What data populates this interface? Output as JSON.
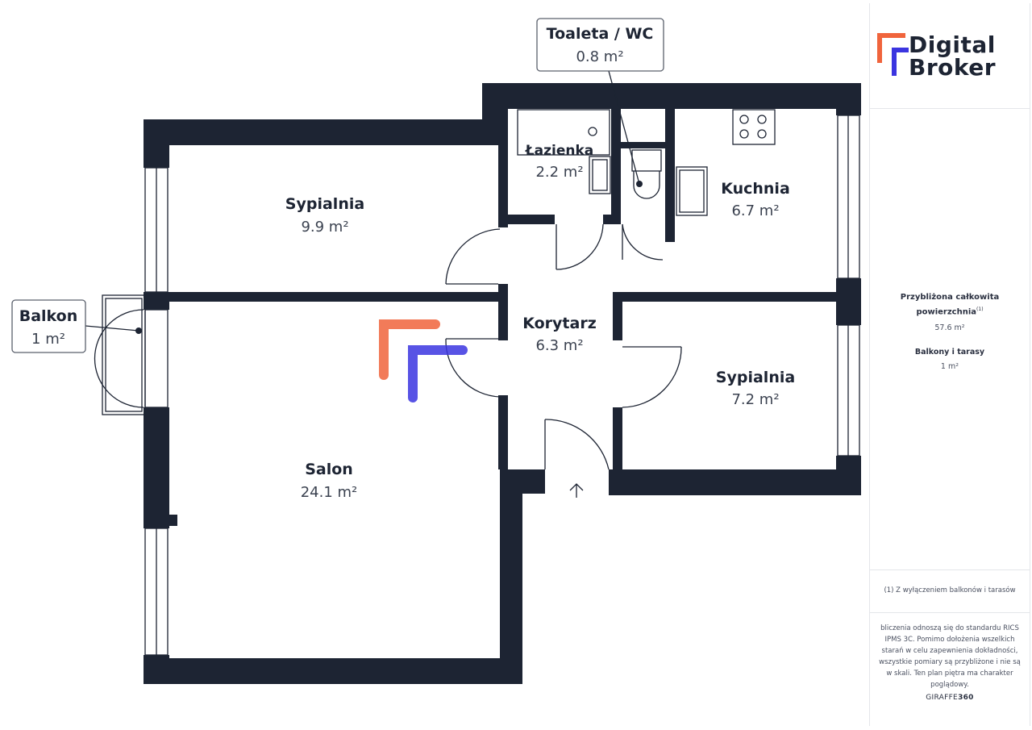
{
  "rooms": {
    "sypialnia_1": {
      "name": "Sypialnia",
      "area": "9.9 m²"
    },
    "lazienka": {
      "name": "Łazienka",
      "area": "2.2 m²"
    },
    "kuchnia": {
      "name": "Kuchnia",
      "area": "6.7 m²"
    },
    "korytarz": {
      "name": "Korytarz",
      "area": "6.3 m²"
    },
    "sypialnia_2": {
      "name": "Sypialnia",
      "area": "7.2 m²"
    },
    "salon": {
      "name": "Salon",
      "area": "24.1 m²"
    }
  },
  "callouts": {
    "toaleta": {
      "name": "Toaleta / WC",
      "area": "0.8 m²"
    },
    "balkon": {
      "name": "Balkon",
      "area": "1 m²"
    }
  },
  "colors": {
    "wall": "#1d2433",
    "accent_orange": "#f0643c",
    "accent_blue": "#3b35e0"
  },
  "sidebar": {
    "logo_line1": "Digital",
    "logo_line2": "Broker",
    "total_title": "Przybliżona całkowita powierzchnia",
    "total_sup": "(1)",
    "total_value": "57.6 m²",
    "balcony_title": "Balkony i tarasy",
    "balcony_value": "1 m²",
    "footnote": "(1) Z wyłączeniem balkonów i tarasów",
    "disclaimer": "bliczenia odnoszą się do standardu RICS IPMS 3C. Pomimo dołożenia wszelkich starań w celu zapewnienia dokładności, wszystkie pomiary są przybliżone i nie są w skali. Ten plan piętra ma charakter poglądowy.",
    "brand_a": "GIRAFFE",
    "brand_b": "360"
  }
}
